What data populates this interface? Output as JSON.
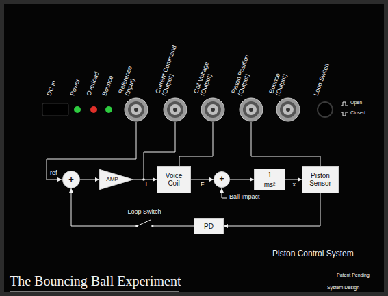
{
  "diagram": {
    "nodes": [
      {
        "text": [
          "+"
        ]
      },
      {
        "text": [
          "AMP"
        ]
      },
      {
        "text": [
          "Voice Coil"
        ]
      },
      {
        "text": [
          "+"
        ]
      },
      {
        "text": [
          "1",
          "ms²"
        ]
      },
      {
        "text": [
          "Piston Sensor"
        ]
      },
      {
        "text": [
          "PD"
        ]
      }
    ],
    "edges": [
      {
        "from": 0,
        "to": 1,
        "arrow": "to"
      },
      {
        "from": 1,
        "to": 2,
        "label": "I",
        "arrow": "to"
      },
      {
        "from": 2,
        "to": 3,
        "label": "F",
        "arrow": "to"
      },
      {
        "from": 3,
        "to": 4,
        "arrow": "to"
      },
      {
        "from": 4,
        "to": 5,
        "label": "x",
        "arrow": "to"
      },
      {
        "from": 5,
        "to": 6,
        "arrow": "to"
      },
      {
        "from": 6,
        "to": 0,
        "label": "Loop Switch",
        "arrow": "to"
      }
    ],
    "labels": [
      "DC In",
      "Power",
      "Overload",
      "Bounce",
      "Reference (Input)",
      "Current Command (Output)",
      "Coil Voltage (Output)",
      "Piston Position (Output)",
      "Bounce (Output)",
      "Loop Switch",
      "Open",
      "Closed",
      "ref",
      "Ball Impact",
      "Piston Control System",
      "The Bouncing Ball Experiment",
      "Patent Pending",
      "System Design"
    ]
  }
}
